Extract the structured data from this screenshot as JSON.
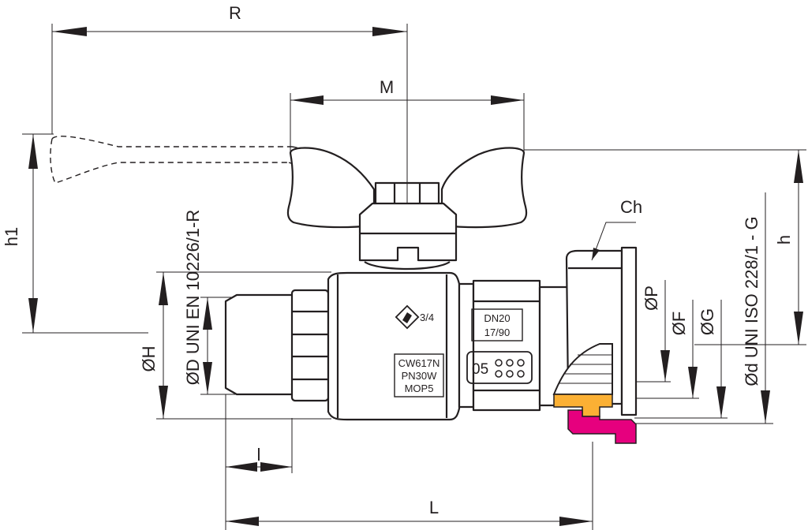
{
  "labels": {
    "R": "R",
    "M": "M",
    "h1": "h1",
    "h": "h",
    "Ch": "Ch",
    "OH": "ØH",
    "OD": "ØD UNI EN 10226/1-R",
    "Od": "Ød UNI ISO 228/1 - G",
    "OP": "ØP",
    "OF": "ØF",
    "OG": "ØG",
    "l": "l",
    "L": "L"
  },
  "markings": {
    "size": "3/4",
    "dn": "DN20",
    "ratio": "17/90",
    "material": "CW617N",
    "pressure": "PN30W",
    "mop": "MOP5",
    "code": "05"
  },
  "colors": {
    "line": "#231f20",
    "gasket_yellow": "#fbb034",
    "gasket_magenta": "#e6007e"
  }
}
